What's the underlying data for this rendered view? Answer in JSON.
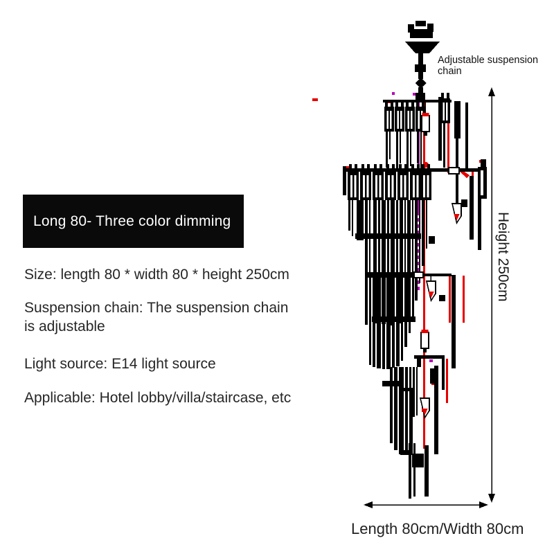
{
  "product": {
    "variant_badge": "Long 80- Three color dimming",
    "specs": [
      "Size: length 80 * width 80 * height 250cm",
      "Suspension chain: The suspension chain is adjustable",
      "Light source: E14 light source",
      "Applicable: Hotel lobby/villa/staircase, etc"
    ]
  },
  "annotations": {
    "suspension_chain": "Adjustable suspension chain",
    "height": "Height 250cm",
    "footprint": "Length 80cm/Width 80cm"
  },
  "colors": {
    "ink": "#000000",
    "accent_red": "#e60000",
    "accent_magenta": "#b800b8",
    "badge_bg": "#0a0a0a",
    "badge_text": "#ffffff",
    "body_text": "#262626",
    "background": "#ffffff"
  }
}
